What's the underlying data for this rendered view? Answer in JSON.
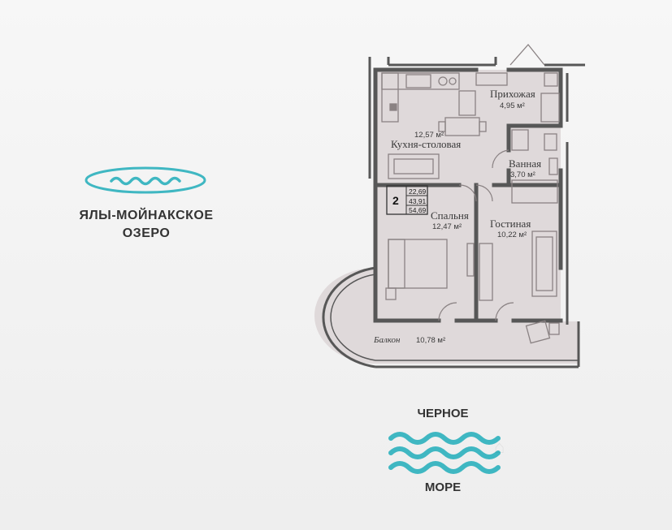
{
  "lake": {
    "line1": "ЯЛЫ-МОЙНАКСКОЕ",
    "line2": "ОЗЕРО",
    "color": "#3fb7c2"
  },
  "sea": {
    "top": "ЧЕРНОЕ",
    "bottom": "МОРЕ",
    "color": "#3fb7c2"
  },
  "apartment": {
    "rooms_count": "2",
    "areas": [
      "22,69",
      "43,91",
      "54,69"
    ]
  },
  "rooms": {
    "hallway": {
      "name": "Прихожая",
      "area": "4,95 м²"
    },
    "kitchen": {
      "name": "Кухня-столовая",
      "area": "12,57 м²"
    },
    "bathroom": {
      "name": "Ванная",
      "area": "3,70 м²"
    },
    "bedroom": {
      "name": "Спальня",
      "area": "12,47 м²"
    },
    "living": {
      "name": "Гостиная",
      "area": "10,22 м²"
    },
    "balcony": {
      "name": "Балкон",
      "area": "10,78 м²"
    }
  },
  "colors": {
    "floor": "#dfd9da",
    "wall": "#575757",
    "furniture": "#8a8283"
  }
}
